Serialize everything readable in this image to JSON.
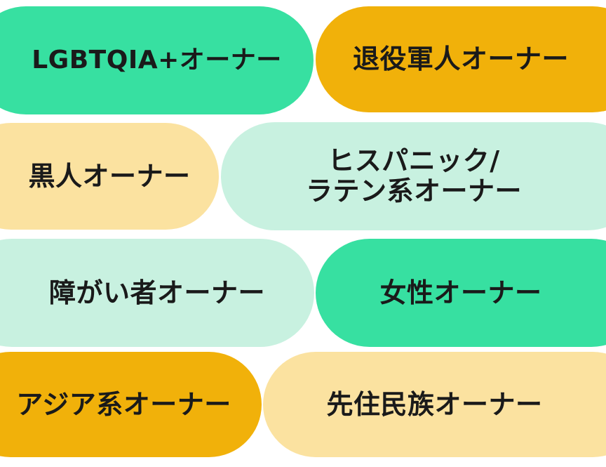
{
  "colors": {
    "mint_bright": "#37e0a1",
    "mint_light": "#c8f1e0",
    "amber": "#f1b10a",
    "cream": "#fbe2a0",
    "text": "#1a1a1a",
    "background": "#ffffff"
  },
  "labels": {
    "lgbtqia": "LGBTQIA+オーナー",
    "veteran": "退役軍人オーナー",
    "black": "黒人オーナー",
    "hispanic": "ヒスパニック/\nラテン系オーナー",
    "disability": "障がい者オーナー",
    "women": "女性オーナー",
    "asian": "アジア系オーナー",
    "indigenous": "先住民族オーナー"
  }
}
